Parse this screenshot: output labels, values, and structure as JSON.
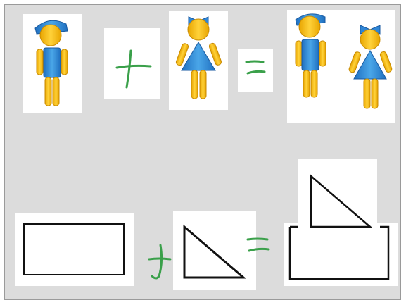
{
  "scene": {
    "row_top": {
      "figures": [
        "boy-figure",
        "girl-figure",
        "boy-figure",
        "girl-figure"
      ],
      "operators": [
        "plus",
        "equals"
      ]
    },
    "row_bottom": {
      "shapes": [
        "rectangle",
        "right-triangle",
        "rectangle-with-triangle-on-top"
      ],
      "operators": [
        "plus",
        "equals"
      ]
    },
    "colors": {
      "background_gray": "#dcdcdc",
      "skin_yellow": "#f5c518",
      "skin_outline": "#c88a00",
      "clothing_blue": "#2f86d6",
      "clothing_light_blue": "#4aa6e8",
      "handwriting_green": "#3aa04a",
      "shape_outline": "#111111"
    }
  }
}
